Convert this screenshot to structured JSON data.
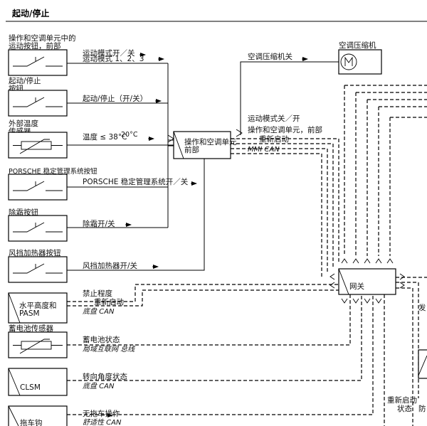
{
  "header": {
    "title": "起动/停止"
  },
  "components": {
    "sport_button": {
      "label1": "操作和空调单元中的",
      "label2": "运动按钮，前部"
    },
    "startstop_button": {
      "label1": "起动/停止",
      "label2": "按钮"
    },
    "outside_temp": {
      "label1": "外部温度",
      "label2": "传感器"
    },
    "psm_button": {
      "label1": "PORSCHE 稳定管理系统按钮"
    },
    "defrost_button": {
      "label1": "除霜按钮"
    },
    "windshield_button": {
      "label1": "风挡加热器按钮"
    },
    "pasm": {
      "label1": "水平高度和",
      "label2": "PASM"
    },
    "battery_sensor": {
      "label1": "蓄电池传感器"
    },
    "clsm": {
      "label1": "CLSM"
    },
    "tow_hook": {
      "label1": "拖车钩"
    },
    "ac_compressor": {
      "label1": "空调压缩机"
    },
    "control_unit": {
      "label1": "操作和空调单元",
      "label2": "前部"
    },
    "gateway": {
      "label1": "网关"
    }
  },
  "signals": {
    "sport_mode_a": "运动模式开／关",
    "sport_mode_b": "运动模式 1、2、3",
    "startstop": "起动/停止（开/关）",
    "temperature": "温度 ≤ 38°C",
    "temperature_b": "20°C",
    "psm": "PORSCHE 稳定管理系统开／关",
    "defrost": "除霜开/关",
    "windshield": "风挡加热器开/关",
    "ac_off": "空调压缩机关",
    "out_sport": "运动模式关／开",
    "out_mmi": "MMI CAN",
    "out_restart": "重新启动",
    "out_frontunit": "操作和空调单元，前部",
    "pasm_prohibit": "禁止程度",
    "pasm_restart": "重新启动",
    "pasm_can": "底盘 CAN",
    "battery_status": "蓄电池状态",
    "battery_bus": "局域互联网 总线",
    "steering": "转向角度状态",
    "steering_can": "底盘 CAN",
    "tow": "无拖车操作",
    "tow_can": "舒适性 CAN",
    "right_restart": "重新启动",
    "right_status": "状态",
    "right_anti": "防",
    "right_partial": "发"
  }
}
